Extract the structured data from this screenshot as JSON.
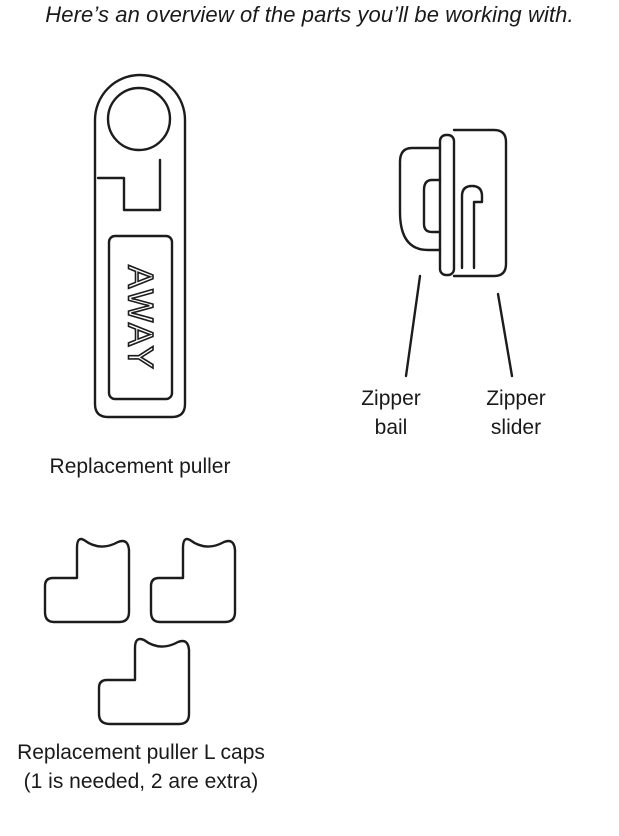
{
  "heading": "Here’s an overview of the parts you’ll be working with.",
  "parts": {
    "puller": {
      "label": "Replacement puller",
      "brand_text": "AWAY"
    },
    "bail": {
      "label_line1": "Zipper",
      "label_line2": "bail"
    },
    "slider": {
      "label_line1": "Zipper",
      "label_line2": "slider"
    },
    "caps": {
      "label_line1": "Replacement puller L caps",
      "label_line2": "(1 is needed, 2 are extra)"
    }
  },
  "colors": {
    "line": "#1c1c1c",
    "background": "#ffffff"
  }
}
